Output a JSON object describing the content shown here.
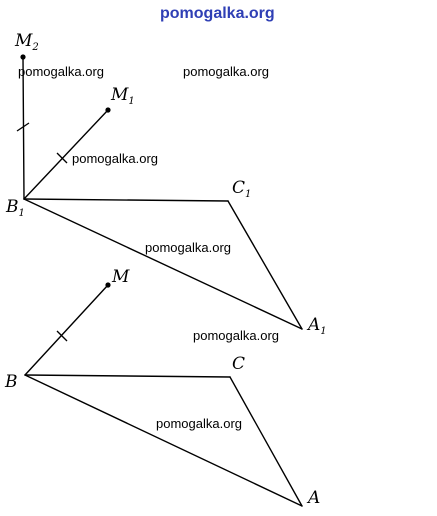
{
  "watermarks": {
    "header": "pomogalka.org",
    "marks": [
      "pomogalka.org",
      "pomogalka.org",
      "pomogalka.org",
      "pomogalka.org",
      "pomogalka.org",
      "pomogalka.org"
    ]
  },
  "labels": {
    "M2": {
      "main": "M",
      "sub": "2"
    },
    "M1": {
      "main": "M",
      "sub": "1"
    },
    "B1": {
      "main": "B",
      "sub": "1"
    },
    "C1": {
      "main": "C",
      "sub": "1"
    },
    "A1": {
      "main": "A",
      "sub": "1"
    },
    "M": {
      "main": "M"
    },
    "B": {
      "main": "B"
    },
    "C": {
      "main": "C"
    },
    "A": {
      "main": "A"
    }
  }
}
